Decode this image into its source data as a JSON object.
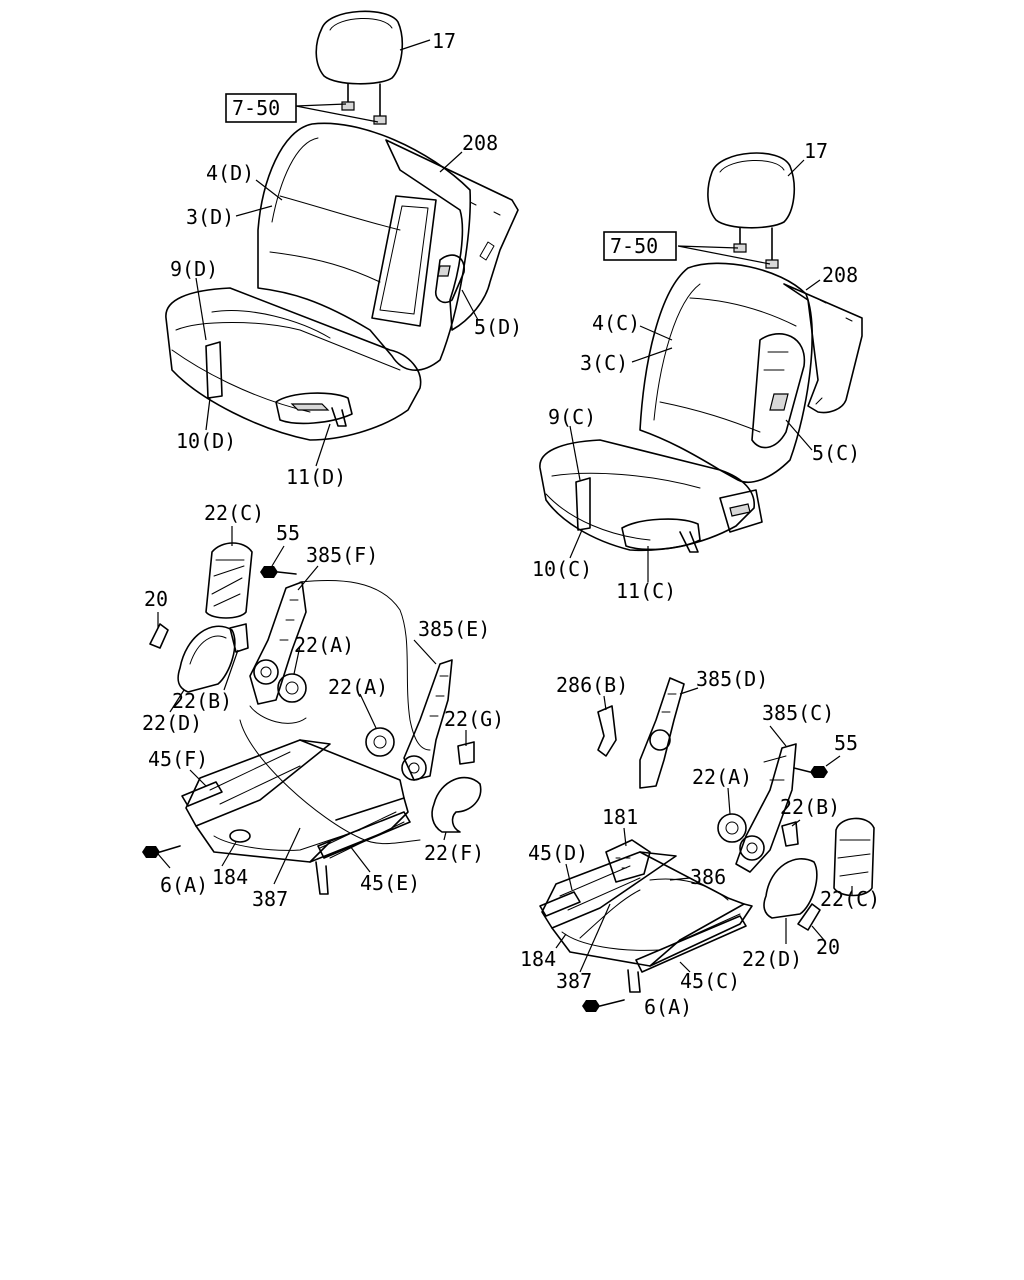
{
  "labels": {
    "s1_17": "17",
    "s1_7_50": "7-50",
    "s1_208": "208",
    "s1_4d": "4(D)",
    "s1_3d": "3(D)",
    "s1_9d": "9(D)",
    "s1_5d": "5(D)",
    "s1_10d": "10(D)",
    "s1_11d": "11(D)",
    "s2_17": "17",
    "s2_7_50": "7-50",
    "s2_208": "208",
    "s2_4c": "4(C)",
    "s2_3c": "3(C)",
    "s2_9c": "9(C)",
    "s2_5c": "5(C)",
    "s2_10c": "10(C)",
    "s2_11c": "11(C)",
    "f1_22c": "22(C)",
    "f1_55": "55",
    "f1_385f": "385(F)",
    "f1_20": "20",
    "f1_385e": "385(E)",
    "f1_22a_1": "22(A)",
    "f1_22a_2": "22(A)",
    "f1_22b": "22(B)",
    "f1_22d": "22(D)",
    "f1_22g": "22(G)",
    "f1_45f": "45(F)",
    "f1_22f": "22(F)",
    "f1_6a": "6(A)",
    "f1_184": "184",
    "f1_387": "387",
    "f1_45e": "45(E)",
    "f2_286b": "286(B)",
    "f2_385d": "385(D)",
    "f2_385c": "385(C)",
    "f2_55": "55",
    "f2_22a": "22(A)",
    "f2_22b": "22(B)",
    "f2_181": "181",
    "f2_45d": "45(D)",
    "f2_386": "386",
    "f2_22c": "22(C)",
    "f2_184": "184",
    "f2_387": "387",
    "f2_45c": "45(C)",
    "f2_22d": "22(D)",
    "f2_20": "20",
    "f2_6a": "6(A)"
  }
}
